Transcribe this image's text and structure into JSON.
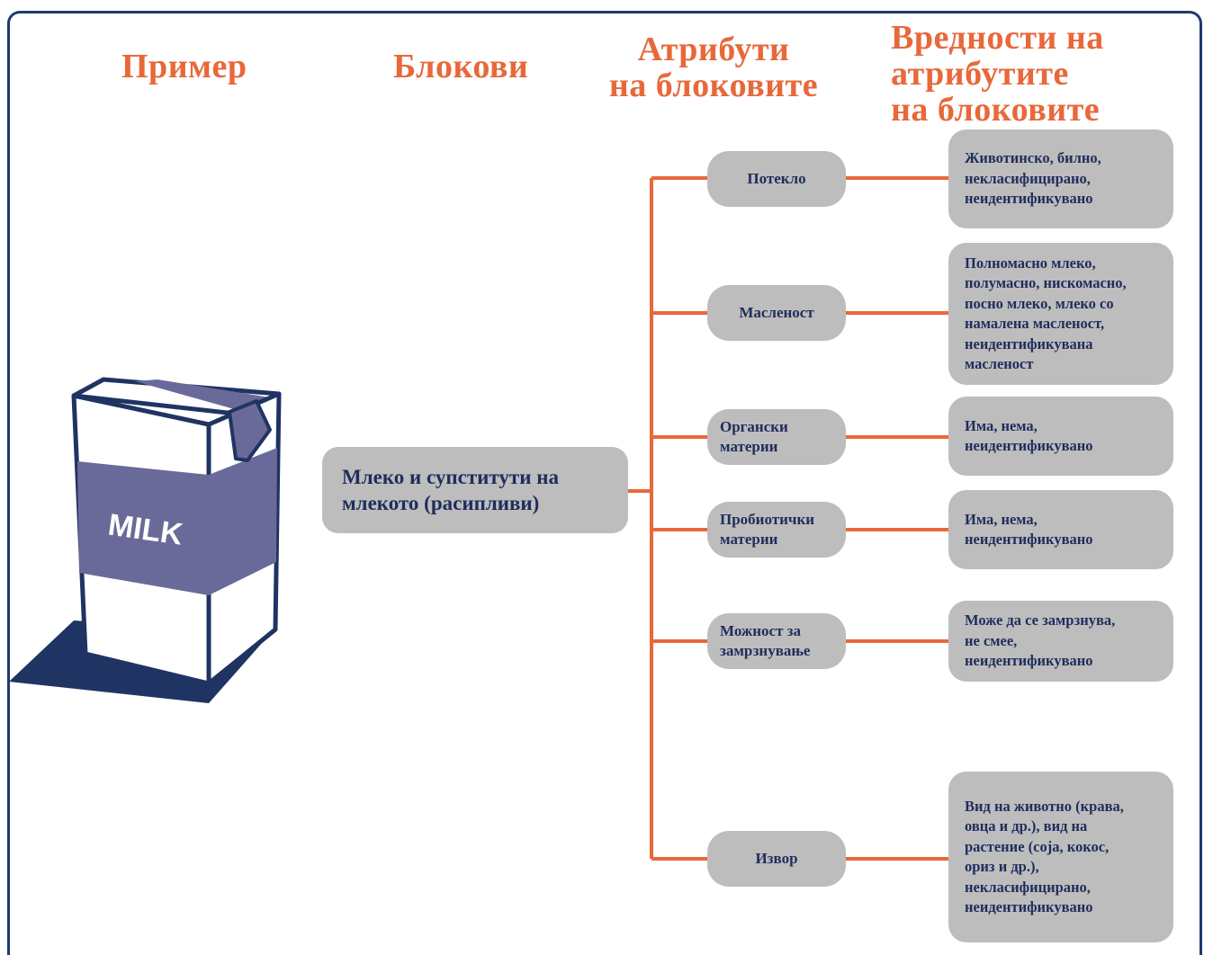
{
  "headings": {
    "primer": "Пример",
    "blokovi": "Блокови",
    "atributi": "Атрибути\nна блоковите",
    "vrednosti": "Вредности на\nатрибутите\nна блоковите"
  },
  "image": {
    "icon": "milk-carton-icon",
    "label": "MILK"
  },
  "block": {
    "label": "Млеко и супститути на\nмлекото (расипливи)"
  },
  "attributes": [
    {
      "label": "Потекло",
      "value": "Животинско, билно,\nнекласифицирано,\nнеидентификувано"
    },
    {
      "label": "Масленост",
      "value": "Полномасно млеко,\nполумасно, нискомасно,\nпосно млеко, млеко со\nнамалена масленост,\nнеидентификувана\nмасленост"
    },
    {
      "label": "Органски\nматерии",
      "value": "Има, нема,\nнеидентификувано"
    },
    {
      "label": "Пробиотички\nматерии",
      "value": "Има, нема,\nнеидентификувано"
    },
    {
      "label": "Можност за\nзамрзнување",
      "value": "Може да се замрзнува,\nне смее,\nнеидентификувано"
    },
    {
      "label": "Извор",
      "value": "Вид на животно (крава,\nовца и др.), вид на\nрастение (соја, кокос,\nориз и др.),\nнекласифицирано,\nнеидентификувано"
    }
  ],
  "colors": {
    "heading": "#e8683a",
    "connector": "#e8683a",
    "box": "#bdbdbd",
    "box_text": "#1f2d5c",
    "frame": "#1f3b6e",
    "carton_band": "#6a6a9a",
    "carton_shadow": "#1f3462"
  }
}
